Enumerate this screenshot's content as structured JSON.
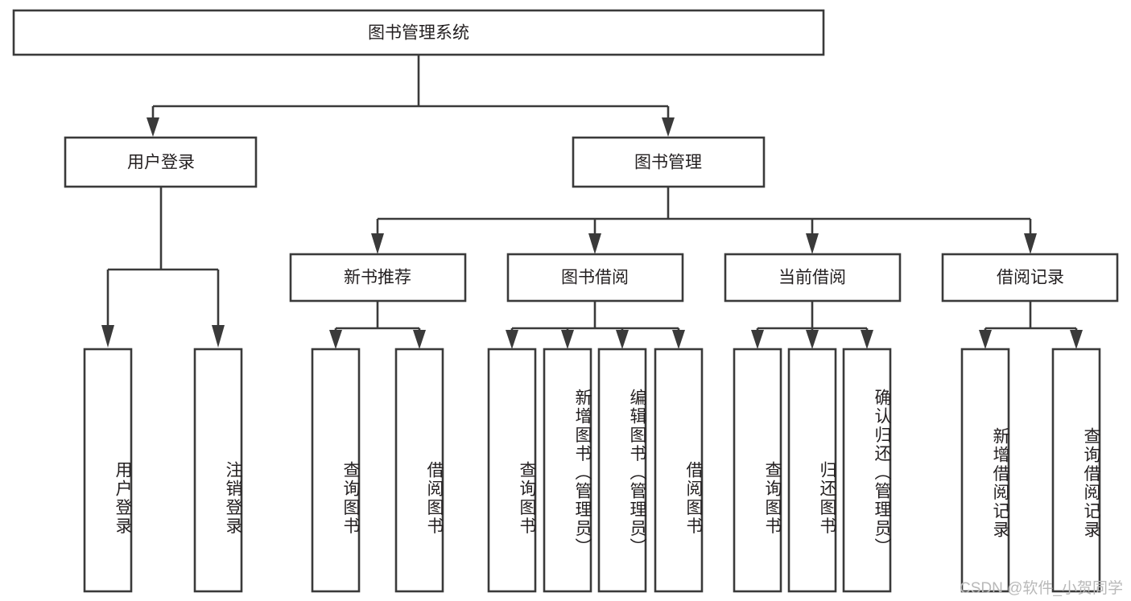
{
  "diagram": {
    "type": "tree-hierarchy",
    "title": "图书管理系统",
    "root": {
      "id": "root",
      "label": "图书管理系统"
    },
    "level2": [
      {
        "id": "user-login",
        "label": "用户登录"
      },
      {
        "id": "book-management",
        "label": "图书管理"
      }
    ],
    "level3": [
      {
        "id": "new-book-recommend",
        "label": "新书推荐",
        "parent": "book-management"
      },
      {
        "id": "book-borrow",
        "label": "图书借阅",
        "parent": "book-management"
      },
      {
        "id": "current-borrow",
        "label": "当前借阅",
        "parent": "book-management"
      },
      {
        "id": "borrow-record",
        "label": "借阅记录",
        "parent": "book-management"
      }
    ],
    "leaves": [
      {
        "id": "leaf-user-login",
        "label": "用户登录",
        "parent": "user-login"
      },
      {
        "id": "leaf-user-logout",
        "label": "注销登录",
        "parent": "user-login"
      },
      {
        "id": "leaf-query-book-1",
        "label": "查询图书",
        "parent": "new-book-recommend"
      },
      {
        "id": "leaf-borrow-book-1",
        "label": "借阅图书",
        "parent": "new-book-recommend"
      },
      {
        "id": "leaf-query-book-2",
        "label": "查询图书",
        "parent": "book-borrow"
      },
      {
        "id": "leaf-add-book",
        "label": "新增图书（管理员）",
        "parent": "book-borrow"
      },
      {
        "id": "leaf-edit-book",
        "label": "编辑图书（管理员）",
        "parent": "book-borrow"
      },
      {
        "id": "leaf-borrow-book-2",
        "label": "借阅图书",
        "parent": "book-borrow"
      },
      {
        "id": "leaf-query-book-3",
        "label": "查询图书",
        "parent": "current-borrow"
      },
      {
        "id": "leaf-return-book",
        "label": "归还图书",
        "parent": "current-borrow"
      },
      {
        "id": "leaf-confirm-return",
        "label": "确认归还（管理员）",
        "parent": "current-borrow"
      },
      {
        "id": "leaf-add-record",
        "label": "新增借阅记录",
        "parent": "borrow-record"
      },
      {
        "id": "leaf-query-record",
        "label": "查询借阅记录",
        "parent": "borrow-record"
      }
    ],
    "colors": {
      "stroke": "#3a3a3a",
      "fill": "#ffffff",
      "text": "#231f20",
      "watermark": "#b9b9b9"
    }
  },
  "watermark": {
    "text": "CSDN @软件_小贺同学"
  }
}
